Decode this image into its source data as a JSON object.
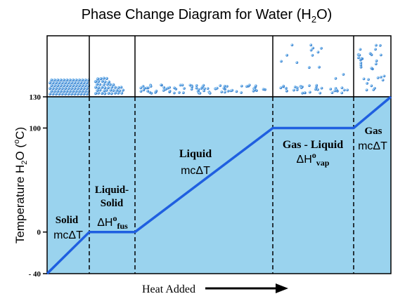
{
  "title": {
    "prefix": "Phase Change Diagram for Water (H",
    "sub": "2",
    "suffix": "O)"
  },
  "y_axis": {
    "label_prefix": "Temperature H",
    "label_sub": "2",
    "label_suffix": "O (",
    "label_deg": "o",
    "label_end": "C)",
    "ticks": [
      {
        "value": 130,
        "label": "130"
      },
      {
        "value": 100,
        "label": "100"
      },
      {
        "value": 0,
        "label": "0"
      },
      {
        "value": -40,
        "label": "- 40"
      }
    ],
    "range": [
      -40,
      130
    ]
  },
  "x_axis": {
    "label": "Heat Added"
  },
  "segments": [
    {
      "name": "Solid",
      "formula": "mcΔT",
      "t_start": -40,
      "t_end": 0
    },
    {
      "name_line1": "Liquid-",
      "name_line2": "Solid",
      "formula_prefix": "ΔH",
      "formula_sup": "o",
      "formula_sub": "fus",
      "t_start": 0,
      "t_end": 0
    },
    {
      "name": "Liquid",
      "formula": "mcΔT",
      "t_start": 0,
      "t_end": 100
    },
    {
      "name": "Gas - Liquid",
      "formula_prefix": "ΔH",
      "formula_sup": "o",
      "formula_sub": "vap",
      "t_start": 100,
      "t_end": 100
    },
    {
      "name": "Gas",
      "formula": "mcΔT",
      "t_start": 100,
      "t_end": 130
    }
  ],
  "colors": {
    "plot_fill": "#9ad3ee",
    "line": "#1f5fe0",
    "molecule": "#5aa6e6",
    "text": "#000000"
  }
}
